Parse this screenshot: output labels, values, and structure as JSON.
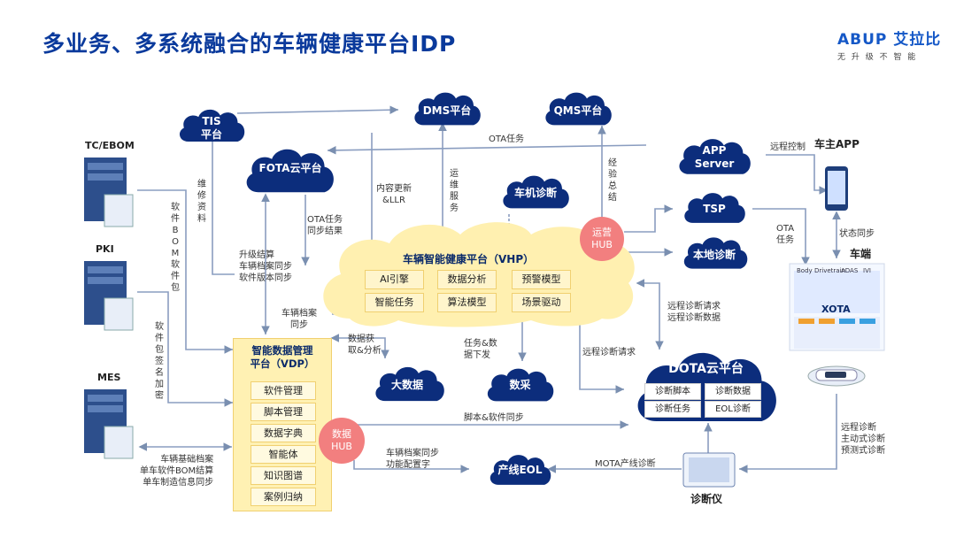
{
  "header": {
    "title": "多业务、多系统融合的车辆健康平台IDP",
    "brand": "ABUP 艾拉比",
    "slogan": "无 升 级   不 智 能"
  },
  "clouds": {
    "tis": "TIS\n平台",
    "dms": "DMS平台",
    "qms": "QMS平台",
    "fota": "FOTA云平台",
    "app_server": "APP\nServer",
    "tsp": "TSP",
    "local_diag": "本地诊断",
    "vehicle_diag": "车机诊断",
    "big_data": "大数据",
    "data_collect": "数采",
    "eol": "产线EOL",
    "dota": "DOTA云平台"
  },
  "vhp": {
    "title": "车辆智能健康平台（VHP）",
    "boxes": [
      "AI引擎",
      "数据分析",
      "预警模型",
      "智能任务",
      "算法模型",
      "场景驱动"
    ]
  },
  "vdp": {
    "title": "智能数据管理\n平台（VDP）",
    "boxes": [
      "软件管理",
      "脚本管理",
      "数据字典",
      "智能体",
      "知识图谱",
      "案例归纳"
    ]
  },
  "hubs": {
    "ops": "运营\nHUB",
    "data": "数据\nHUB"
  },
  "dota": {
    "boxes": [
      "诊断脚本",
      "诊断数据",
      "诊断任务",
      "EOL诊断"
    ]
  },
  "servers": {
    "tc": "TC/EBOM",
    "pki": "PKI",
    "mes": "MES"
  },
  "right": {
    "owner_app": "车主APP",
    "vehicle_end": "车端",
    "xota": "XOTA",
    "diag_tool": "诊断仪",
    "ecu_headers": [
      "Body",
      "Drivetrain",
      "ADAS",
      "IVI"
    ]
  },
  "labels": {
    "ota_task_top": "OTA任务",
    "remote_control": "远程控制",
    "maint_info": "维修资料",
    "sw_bom": "软件BOM软件包",
    "content_update": "内容更新\n&LLR",
    "ops_service": "运维服务",
    "exp_summary": "经验总结",
    "ota_result": "OTA任务\n同步结果",
    "upgrade_settle": "升级结算\n车辆档案同步\n软件版本同步",
    "archive_sync": "车辆档案\n同步",
    "sw_sign": "软件包签名加密",
    "data_get": "数据获\n取&分析",
    "task_data": "任务&数\n据下发",
    "ota_task_right": "OTA\n任务",
    "state_sync": "状态同步",
    "remote_req": "远程诊断请求\n远程诊断数据",
    "remote_req2": "远程诊断请求",
    "script_sw_sync": "脚本&软件同步",
    "vehicle_archive": "车辆基础档案\n单车软件BOM结算\n单车制造信息同步",
    "archive_config": "车辆档案同步\n功能配置字",
    "mota": "MOTA产线诊断",
    "remote_modes": "远程诊断\n主动式诊断\n预测式诊断"
  },
  "colors": {
    "cloud": "#0c2d7c",
    "title": "#0a3a9c",
    "hub": "#f27f7f",
    "vhp": "#fff0b0",
    "arrow": "#7a8fb0"
  }
}
